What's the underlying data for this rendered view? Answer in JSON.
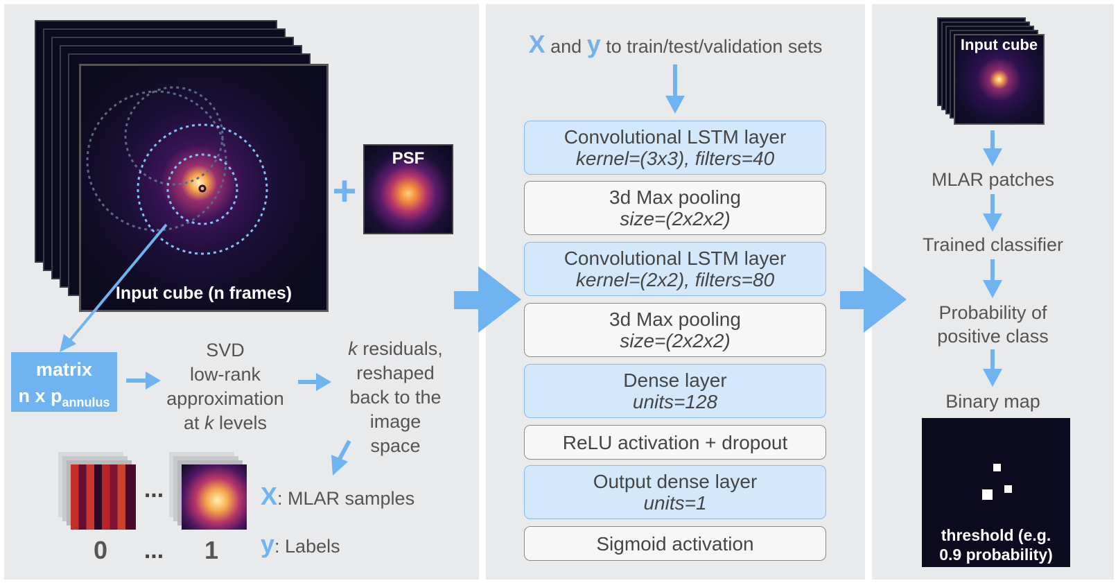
{
  "left": {
    "input_cube_label": "Input cube (n frames)",
    "psf_label": "PSF",
    "plus": "+",
    "matrix_label": "matrix",
    "matrix_dims": "n x p",
    "matrix_sub": "annulus",
    "svd_lines": [
      "SVD",
      "low-rank",
      "approximation"
    ],
    "svd_last_prefix": "at ",
    "svd_last_k": "k",
    "svd_last_suffix": " levels",
    "res_first_k": "k",
    "res_first_rest": " residuals,",
    "res_lines": [
      "reshaped",
      "back to the",
      "image",
      "space"
    ],
    "dots": "...",
    "label_0": "0",
    "label_1": "1",
    "x_symbol": "X",
    "x_text": ": MLAR samples",
    "y_symbol": "y",
    "y_text": ": Labels"
  },
  "middle": {
    "top_x": "X",
    "top_and": " and ",
    "top_y": "y",
    "top_rest": " to train/test/validation sets",
    "layers": [
      {
        "title": "Convolutional LSTM layer",
        "sub": "kernel=(3x3), filters=40",
        "style": "blue"
      },
      {
        "title": "3d Max pooling",
        "sub": "size=(2x2x2)",
        "style": "plain"
      },
      {
        "title": "Convolutional LSTM layer",
        "sub": "kernel=(2x2), filters=80",
        "style": "blue"
      },
      {
        "title": "3d Max pooling",
        "sub": "size=(2x2x2)",
        "style": "plain"
      },
      {
        "title": "Dense layer",
        "sub": "units=128",
        "style": "blue"
      },
      {
        "title": "ReLU activation + dropout",
        "sub": "",
        "style": "plain"
      },
      {
        "title": "Output dense layer",
        "sub": "units=1",
        "style": "blue"
      },
      {
        "title": "Sigmoid activation",
        "sub": "",
        "style": "plain"
      }
    ]
  },
  "right": {
    "input_cube_label": "Input cube",
    "steps": [
      "MLAR patches",
      "Trained classifier",
      "Probability of",
      "positive class",
      "Binary map"
    ],
    "threshold_line1": "threshold (e.g.",
    "threshold_line2": "0.9 probability)"
  },
  "colors": {
    "accent": "#6fb3f0",
    "panel": "#e9eaec",
    "dark": "#0c0a1e",
    "text": "#545454"
  }
}
